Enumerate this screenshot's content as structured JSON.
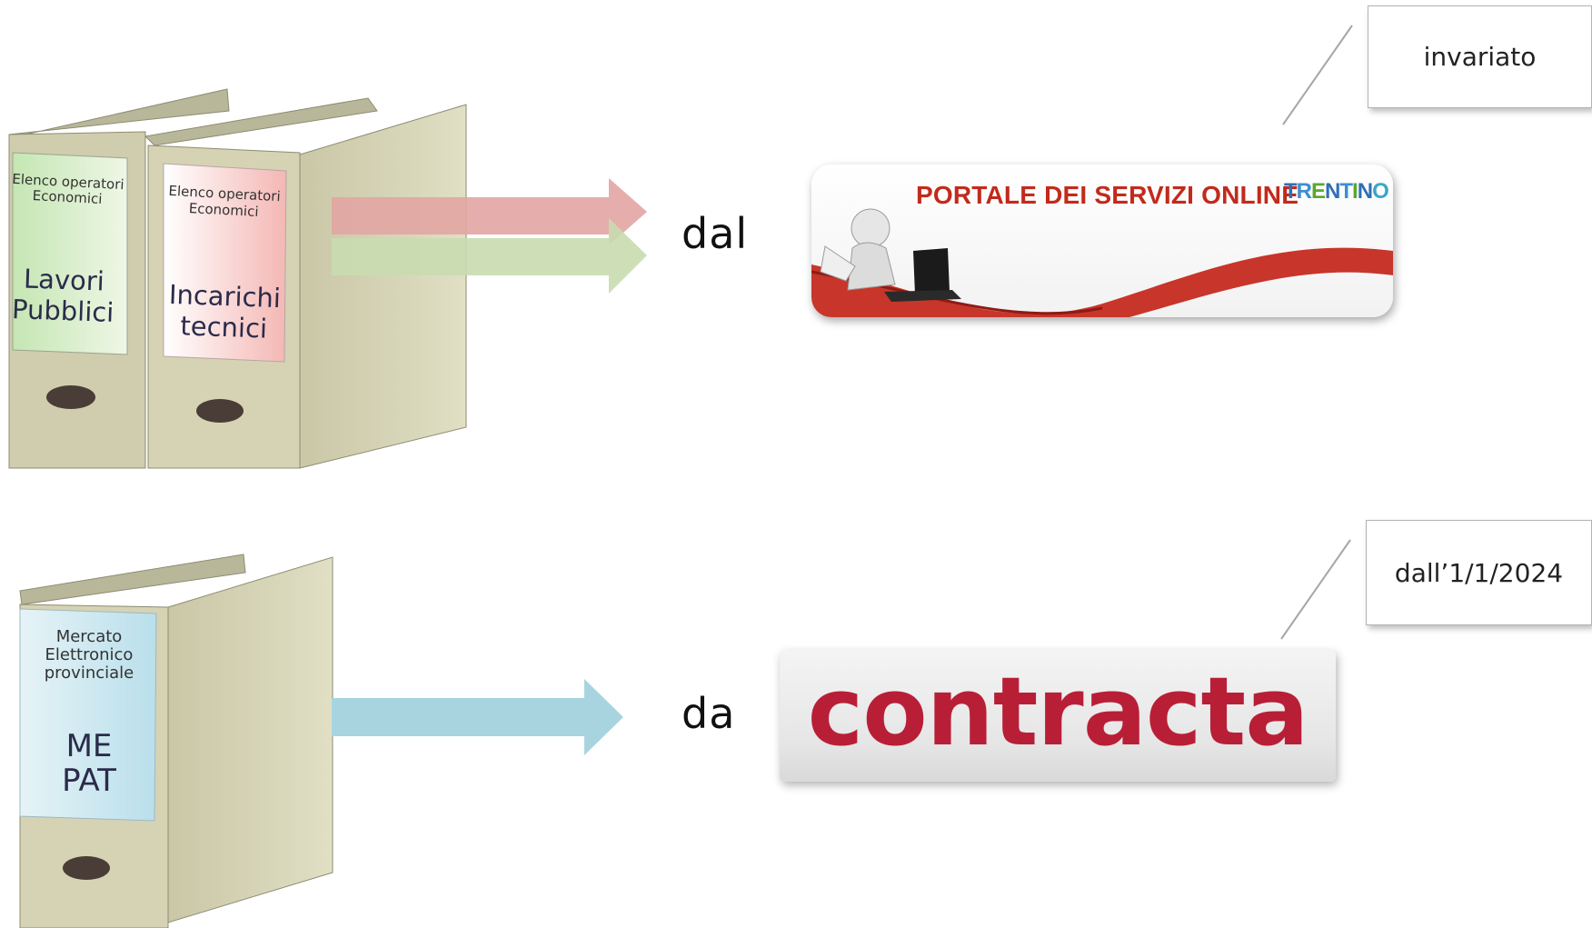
{
  "binders_top": {
    "binder_1": {
      "header": [
        "Elenco operatori",
        "Economici"
      ],
      "title": [
        "Lavori",
        "Pubblici"
      ]
    },
    "binder_2": {
      "header": [
        "Elenco operatori",
        "Economici"
      ],
      "title": [
        "Incarichi",
        "tecnici"
      ]
    }
  },
  "binder_bottom": {
    "header": [
      "Mercato",
      "Elettronico",
      "provinciale"
    ],
    "title": [
      "ME",
      "PAT"
    ]
  },
  "connectors": {
    "top": "dal",
    "bottom": "da"
  },
  "callouts": {
    "top": "invariato",
    "bottom": "dall’1/1/2024"
  },
  "portale_banner": {
    "title": "PORTALE DEI SERVIZI ONLINE",
    "brand_letters": [
      "T",
      "R",
      "E",
      "N",
      "T",
      "I",
      "N",
      "O"
    ]
  },
  "contracta_banner": {
    "logo": "contracta"
  },
  "colors": {
    "binder_body": "#d5d3b4",
    "binder_dark": "#b8b596",
    "label_green": "#d6ecc6",
    "label_pink": "#f2c6c4",
    "label_blue": "#cde6ef",
    "arrow_red": "#e2a5a3",
    "arrow_green": "#c9dcb0",
    "arrow_blue": "#a8d4e0",
    "portale_red": "#c22a1c",
    "contracta_red": "#b81f37"
  }
}
